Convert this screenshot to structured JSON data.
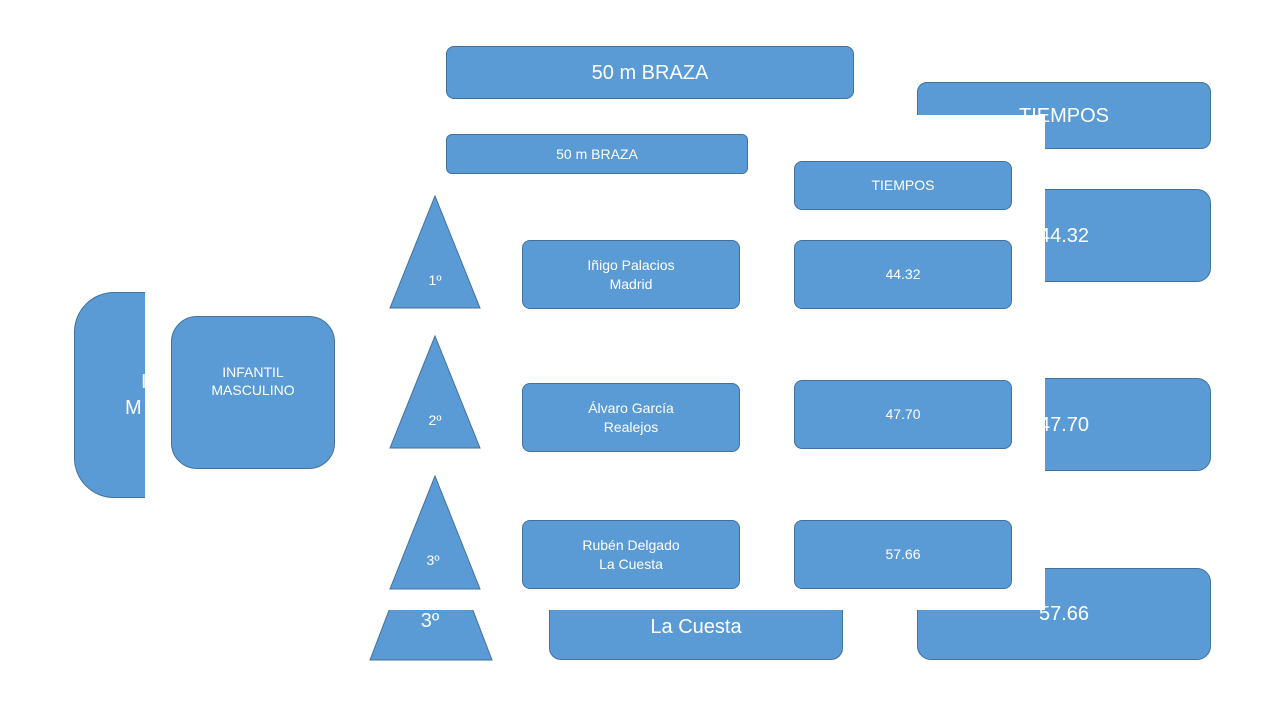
{
  "colors": {
    "shape_fill": "#5b9bd5",
    "shape_border": "#41719c",
    "text": "#ffffff",
    "background": "#ffffff"
  },
  "back_slide": {
    "title": "50 m BRAZA",
    "times_header": "TIEMPOS",
    "category_left_fragment": "I",
    "category_right_fragment": "M",
    "times": [
      "44.32",
      "47.70",
      "57.66"
    ],
    "bottom_place": "3º",
    "bottom_club": "La Cuesta"
  },
  "front_slide": {
    "title": "50 m BRAZA",
    "times_header": "TIEMPOS",
    "category": {
      "line1": "INFANTIL",
      "line2": "MASCULINO"
    },
    "results": [
      {
        "place": "1º",
        "name": "Iñigo Palacios",
        "club": "Madrid",
        "time": "44.32"
      },
      {
        "place": "2º",
        "name": "Álvaro García",
        "club": "Realejos",
        "time": "47.70"
      },
      {
        "place": "3º",
        "name": "Rubén Delgado",
        "club": "La Cuesta",
        "time": "57.66"
      }
    ]
  }
}
